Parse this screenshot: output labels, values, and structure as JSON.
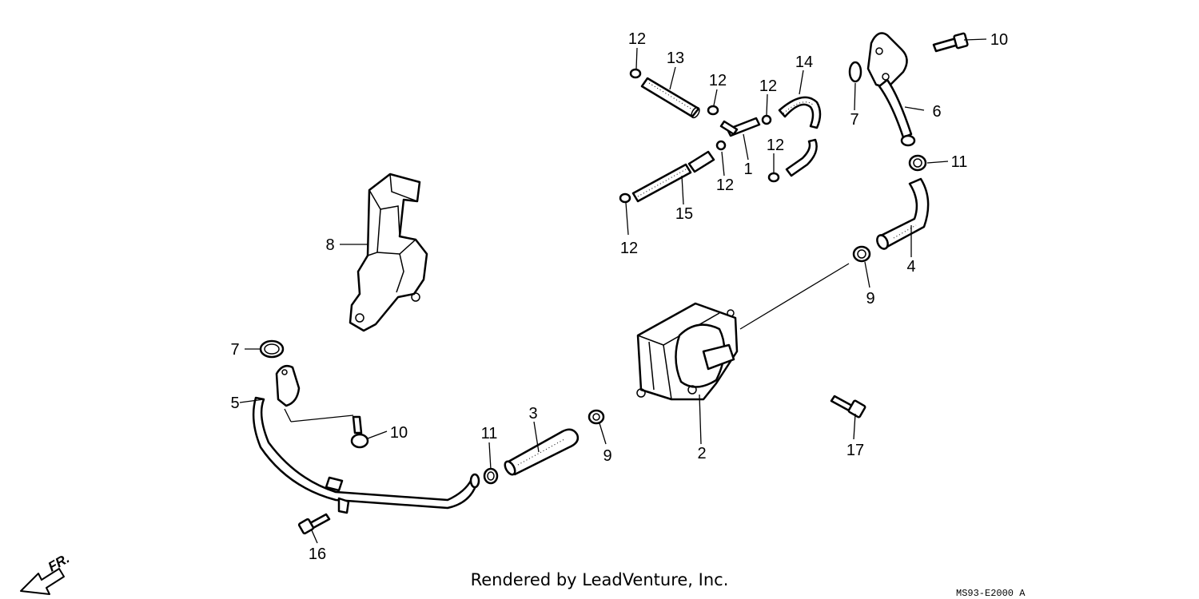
{
  "diagram": {
    "callouts": {
      "c12a": "12",
      "c13": "13",
      "c12b": "12",
      "c12c": "12",
      "c14": "14",
      "c7a": "7",
      "c10a": "10",
      "c6": "6",
      "c11a": "11",
      "c12d": "12",
      "c12e": "12",
      "c1": "1",
      "c15": "15",
      "c12f": "12",
      "c8": "8",
      "c4": "4",
      "c9a": "9",
      "c7b": "7",
      "c5": "5",
      "c10b": "10",
      "c11b": "11",
      "c3": "3",
      "c9b": "9",
      "c2": "2",
      "c17": "17",
      "c16": "16"
    },
    "direction_label": "FR.",
    "credit": "Rendered by LeadVenture, Inc.",
    "diagram_code": "MS93-E2000 A"
  }
}
